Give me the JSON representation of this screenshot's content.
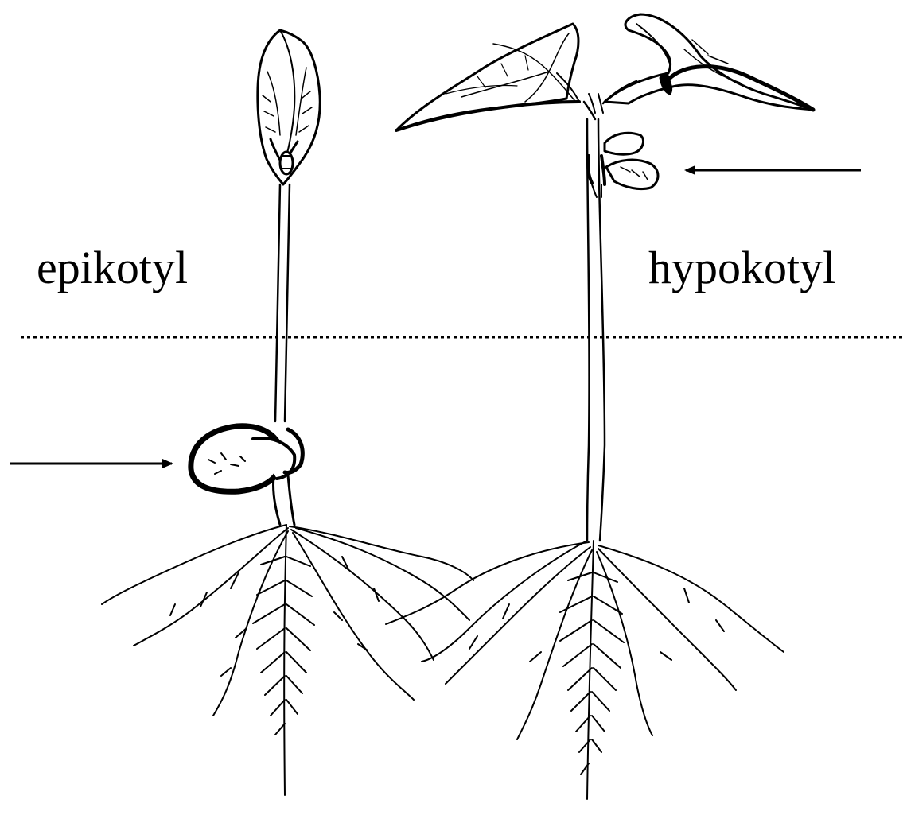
{
  "labels": {
    "left": "epikotyl",
    "right": "hypokotyl"
  },
  "colors": {
    "ink": "#000000",
    "background": "#ffffff"
  },
  "elements": {
    "soil_line": "dotted-line",
    "left_arrow_target": "seed-cotyledon",
    "right_arrow_target": "first-leaves-node"
  }
}
